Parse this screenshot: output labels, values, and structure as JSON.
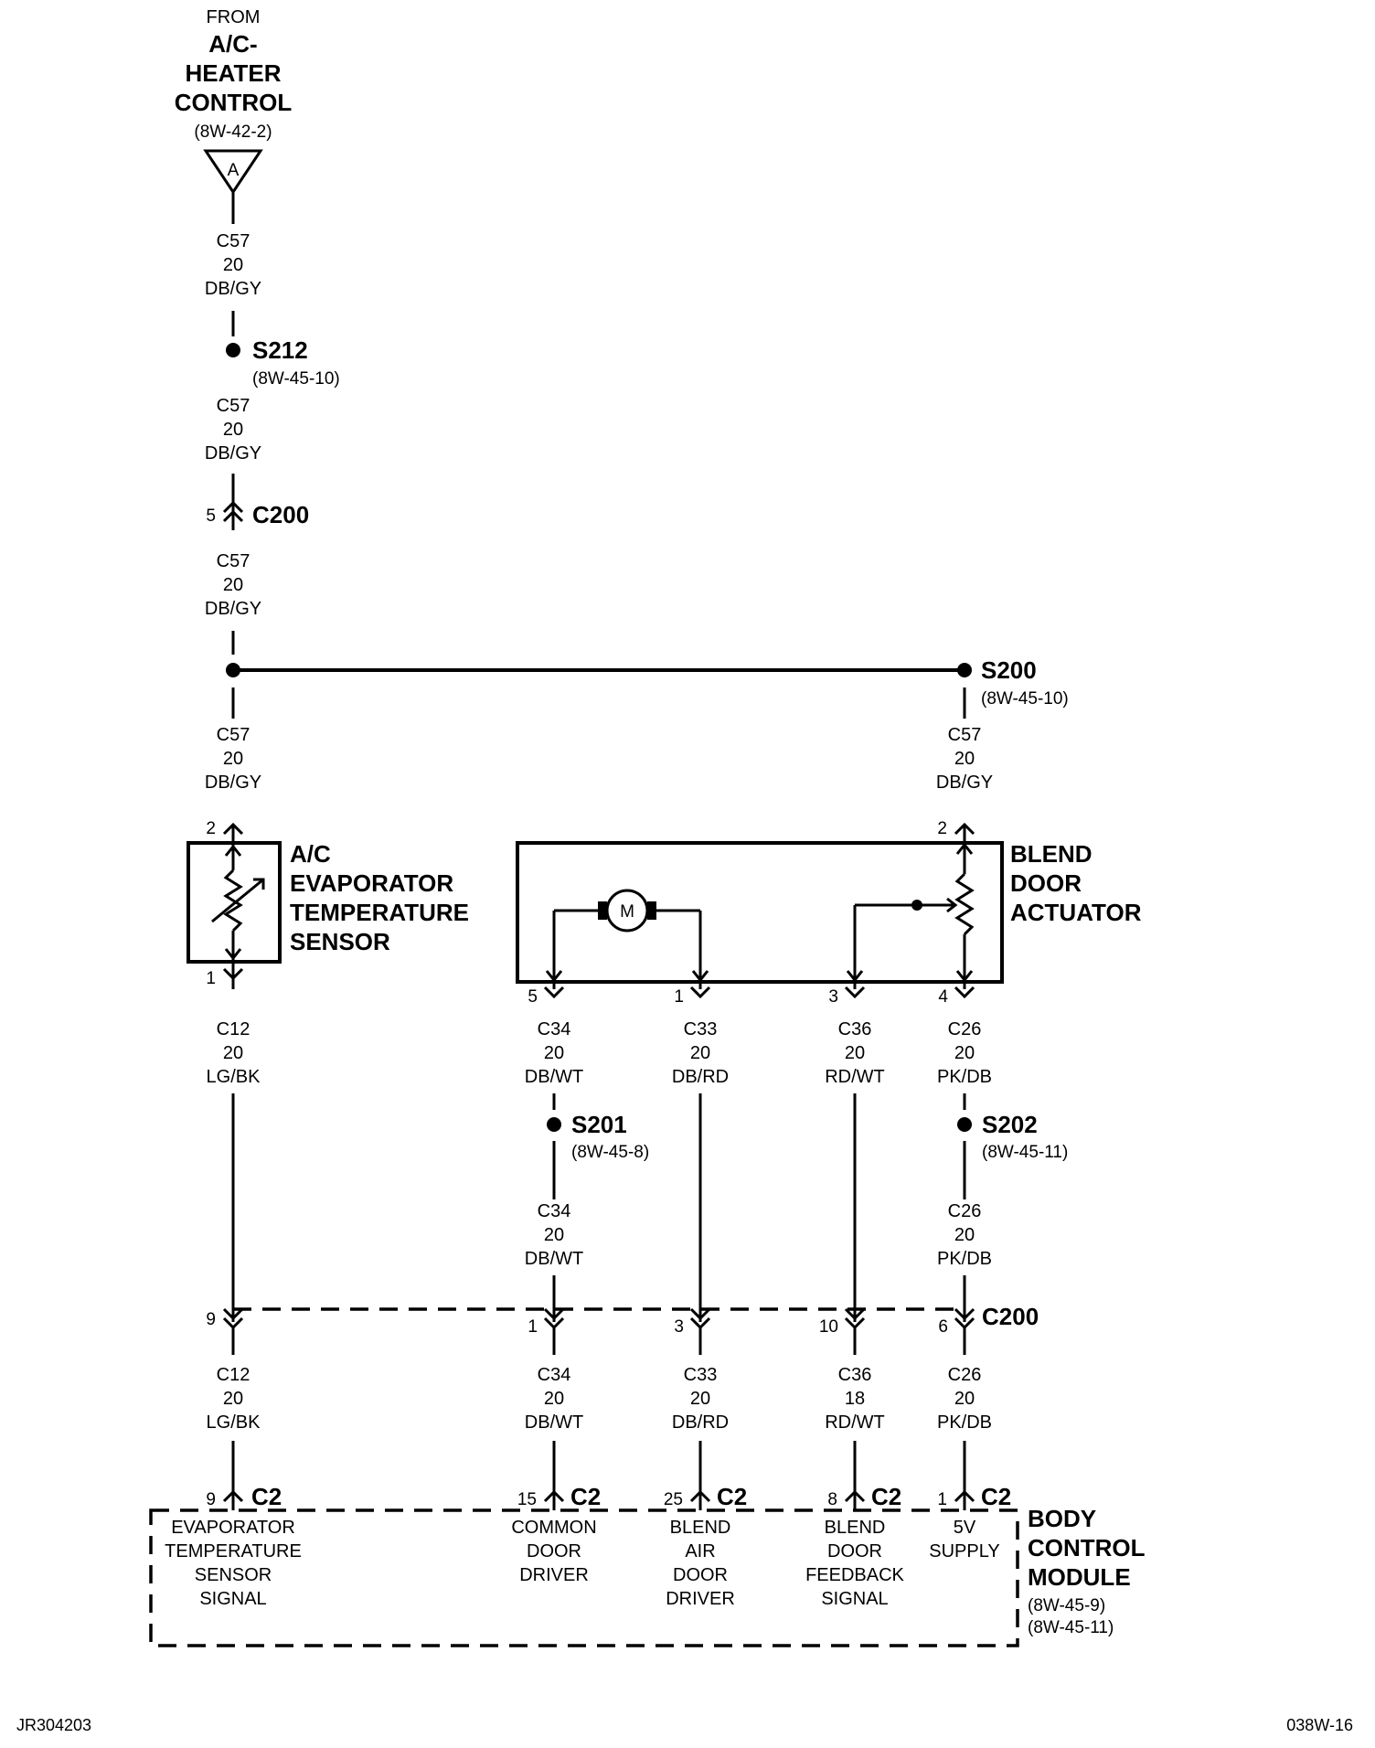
{
  "source": {
    "from": "FROM",
    "name_lines": [
      "A/C-",
      "HEATER",
      "CONTROL"
    ],
    "ref": "(8W-42-2)",
    "connector_letter": "A"
  },
  "wire_labels": {
    "c57_top": [
      "C57",
      "20",
      "DB/GY"
    ],
    "c57_after_s212": [
      "C57",
      "20",
      "DB/GY"
    ],
    "c57_after_c200": [
      "C57",
      "20",
      "DB/GY"
    ],
    "c57_left_sensor": [
      "C57",
      "20",
      "DB/GY"
    ],
    "c57_right_actuator": [
      "C57",
      "20",
      "DB/GY"
    ],
    "c12_upper": [
      "C12",
      "20",
      "LG/BK"
    ],
    "c34_upper": [
      "C34",
      "20",
      "DB/WT"
    ],
    "c33_upper": [
      "C33",
      "20",
      "DB/RD"
    ],
    "c36_upper": [
      "C36",
      "20",
      "RD/WT"
    ],
    "c26_upper": [
      "C26",
      "20",
      "PK/DB"
    ],
    "c34_mid": [
      "C34",
      "20",
      "DB/WT"
    ],
    "c26_mid": [
      "C26",
      "20",
      "PK/DB"
    ],
    "c12_lower": [
      "C12",
      "20",
      "LG/BK"
    ],
    "c34_lower": [
      "C34",
      "20",
      "DB/WT"
    ],
    "c33_lower": [
      "C33",
      "20",
      "DB/RD"
    ],
    "c36_lower": [
      "C36",
      "18",
      "RD/WT"
    ],
    "c26_lower": [
      "C26",
      "20",
      "PK/DB"
    ]
  },
  "splices": {
    "s212": {
      "name": "S212",
      "ref": "(8W-45-10)"
    },
    "s200": {
      "name": "S200",
      "ref": "(8W-45-10)"
    },
    "s201": {
      "name": "S201",
      "ref": "(8W-45-8)"
    },
    "s202": {
      "name": "S202",
      "ref": "(8W-45-11)"
    }
  },
  "connectors": {
    "c200_top": {
      "name": "C200",
      "pin": "5"
    },
    "c200_bottom": {
      "name": "C200",
      "pins": [
        "9",
        "1",
        "3",
        "10",
        "6"
      ]
    },
    "c2": {
      "name": "C2",
      "pins": [
        "9",
        "15",
        "25",
        "8",
        "1"
      ]
    }
  },
  "components": {
    "sensor": {
      "lines": [
        "A/C",
        "EVAPORATOR",
        "TEMPERATURE",
        "SENSOR"
      ],
      "pins": [
        "2",
        "1"
      ]
    },
    "actuator": {
      "lines": [
        "BLEND",
        "DOOR",
        "ACTUATOR"
      ],
      "pins": [
        "2",
        "5",
        "1",
        "3",
        "4"
      ],
      "motor_label": "M"
    },
    "bcm": {
      "lines": [
        "BODY",
        "CONTROL",
        "MODULE"
      ],
      "refs": [
        "(8W-45-9)",
        "(8W-45-11)"
      ],
      "circuits": [
        [
          "EVAPORATOR",
          "TEMPERATURE",
          "SENSOR",
          "SIGNAL"
        ],
        [
          "COMMON",
          "DOOR",
          "DRIVER"
        ],
        [
          "BLEND",
          "AIR",
          "DOOR",
          "DRIVER"
        ],
        [
          "BLEND",
          "DOOR",
          "FEEDBACK",
          "SIGNAL"
        ],
        [
          "5V",
          "SUPPLY"
        ]
      ]
    }
  },
  "footer": {
    "left": "JR304203",
    "right": "038W-16"
  }
}
